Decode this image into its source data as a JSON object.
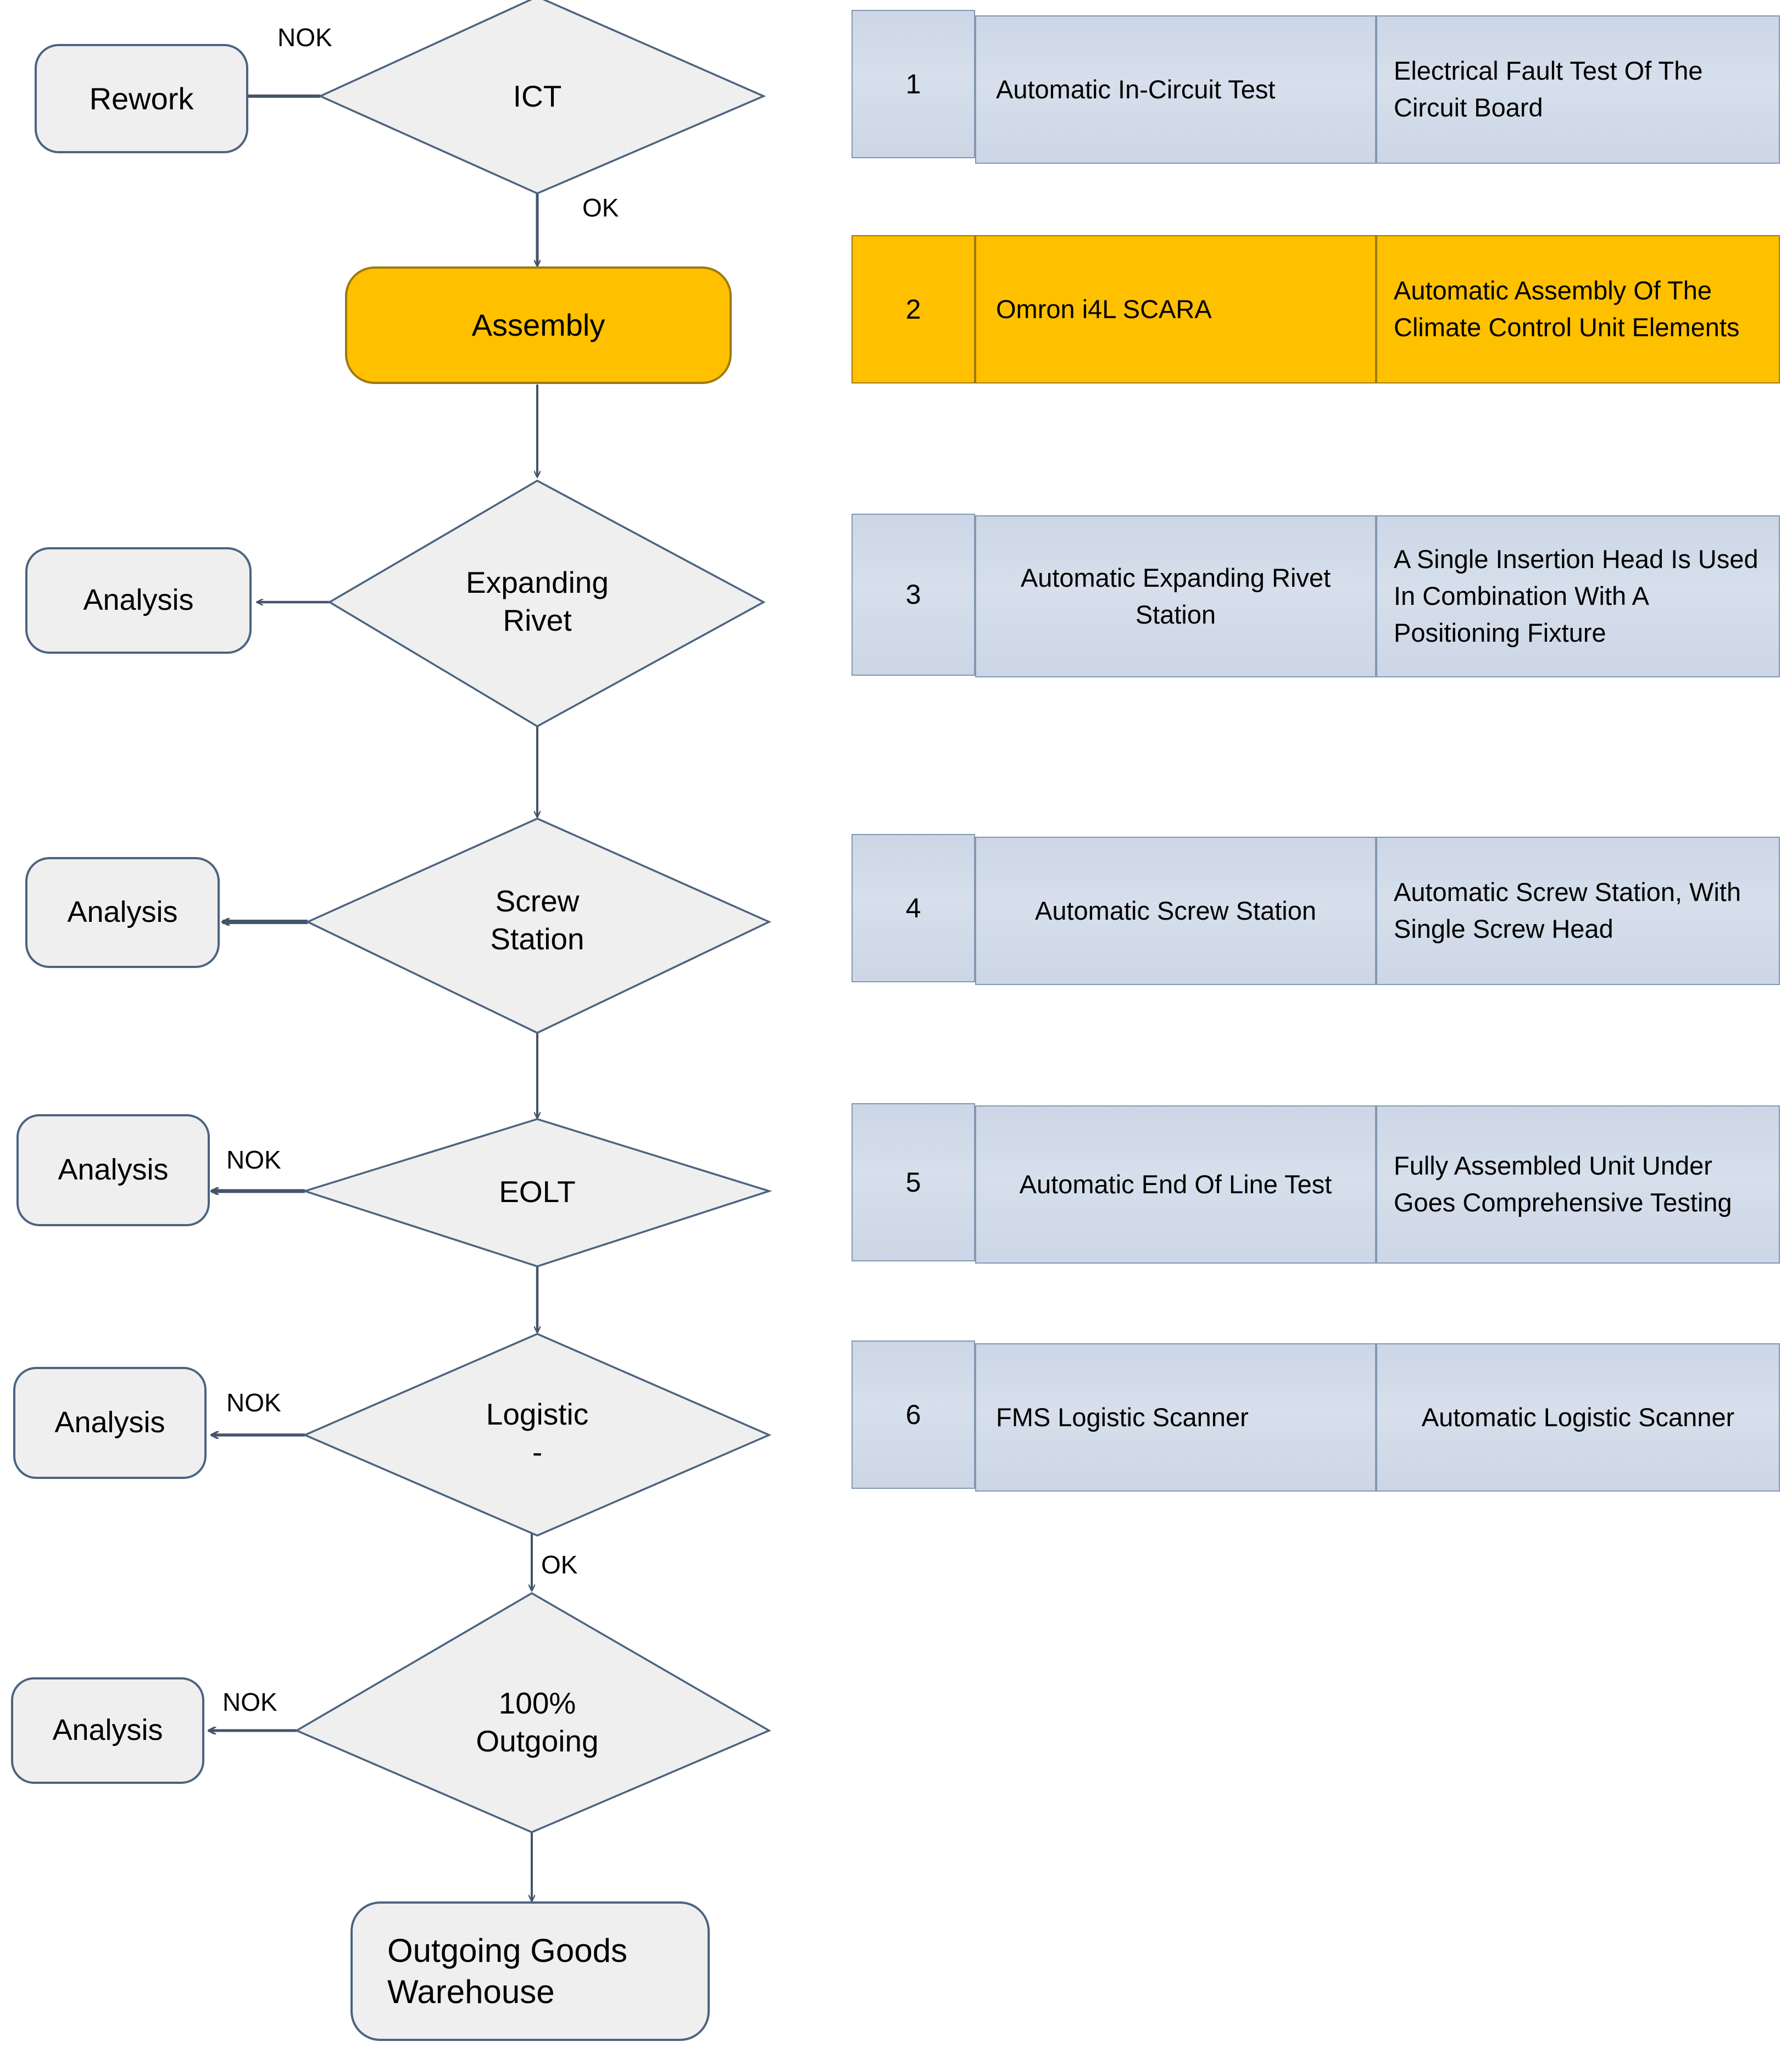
{
  "chart_data": {
    "type": "diagram",
    "title": "",
    "nodes": [
      {
        "id": "ict",
        "label": "ICT",
        "shape": "diamond",
        "fill": "#EFEFEF"
      },
      {
        "id": "rework",
        "label": "Rework",
        "shape": "rounded-rect",
        "fill": "#EFEFEF"
      },
      {
        "id": "assembly",
        "label": "Assembly",
        "shape": "rounded-rect",
        "fill": "#FFC000"
      },
      {
        "id": "rivet",
        "label": "Expanding\nRivet",
        "shape": "diamond",
        "fill": "#EFEFEF"
      },
      {
        "id": "analysis1",
        "label": "Analysis",
        "shape": "rounded-rect",
        "fill": "#EFEFEF"
      },
      {
        "id": "screw",
        "label": "Screw\nStation",
        "shape": "diamond",
        "fill": "#EFEFEF"
      },
      {
        "id": "analysis2",
        "label": "Analysis",
        "shape": "rounded-rect",
        "fill": "#EFEFEF"
      },
      {
        "id": "eolt",
        "label": "EOLT",
        "shape": "diamond",
        "fill": "#EFEFEF"
      },
      {
        "id": "analysis3",
        "label": "Analysis",
        "shape": "rounded-rect",
        "fill": "#EFEFEF"
      },
      {
        "id": "logistic",
        "label": "Logistic\n-",
        "shape": "diamond",
        "fill": "#EFEFEF"
      },
      {
        "id": "analysis4",
        "label": "Analysis",
        "shape": "rounded-rect",
        "fill": "#EFEFEF"
      },
      {
        "id": "outgoing",
        "label": "100%\nOutgoing",
        "shape": "diamond",
        "fill": "#EFEFEF"
      },
      {
        "id": "analysis5",
        "label": "Analysis",
        "shape": "rounded-rect",
        "fill": "#EFEFEF"
      },
      {
        "id": "warehouse",
        "label": "Outgoing Goods\nWarehouse",
        "shape": "rounded-rect",
        "fill": "#EFEFEF"
      }
    ],
    "edges": [
      {
        "from": "ict",
        "to": "rework",
        "label": "NOK"
      },
      {
        "from": "ict",
        "to": "assembly",
        "label": "OK"
      },
      {
        "from": "assembly",
        "to": "rivet",
        "label": ""
      },
      {
        "from": "rivet",
        "to": "analysis1",
        "label": ""
      },
      {
        "from": "rivet",
        "to": "screw",
        "label": ""
      },
      {
        "from": "screw",
        "to": "analysis2",
        "label": ""
      },
      {
        "from": "screw",
        "to": "eolt",
        "label": ""
      },
      {
        "from": "eolt",
        "to": "analysis3",
        "label": "NOK"
      },
      {
        "from": "eolt",
        "to": "logistic",
        "label": ""
      },
      {
        "from": "logistic",
        "to": "analysis4",
        "label": "NOK"
      },
      {
        "from": "logistic",
        "to": "outgoing",
        "label": "OK"
      },
      {
        "from": "outgoing",
        "to": "analysis5",
        "label": "NOK"
      },
      {
        "from": "outgoing",
        "to": "warehouse",
        "label": ""
      }
    ]
  },
  "flow": {
    "nodes": {
      "ict": {
        "label": "ICT"
      },
      "rework": {
        "label": "Rework"
      },
      "assembly": {
        "label": "Assembly"
      },
      "rivet": {
        "label": "Expanding\nRivet"
      },
      "analysis1": {
        "label": "Analysis"
      },
      "screw": {
        "label": "Screw\nStation"
      },
      "analysis2": {
        "label": "Analysis"
      },
      "eolt": {
        "label": "EOLT"
      },
      "analysis3": {
        "label": "Analysis"
      },
      "logistic": {
        "label": "Logistic\n-"
      },
      "analysis4": {
        "label": "Analysis"
      },
      "outgoing": {
        "label": "100%\nOutgoing"
      },
      "analysis5": {
        "label": "Analysis"
      },
      "warehouse": {
        "label": "Outgoing Goods\nWarehouse"
      }
    },
    "edge_labels": {
      "ict_nok": "NOK",
      "ict_ok": "OK",
      "eolt_nok": "NOK",
      "logistic_nok": "NOK",
      "logistic_ok": "OK",
      "outgoing_nok": "NOK"
    }
  },
  "colors": {
    "node_fill": "#EFEFEF",
    "node_border": "#4B6480",
    "highlight_fill": "#FFC000",
    "highlight_border": "#9B7A10",
    "table_fill": "#D3DCE9",
    "table_border": "#8497B0",
    "connector": "#44546A",
    "text": "#000000"
  },
  "table": {
    "rows": [
      {
        "number": "1",
        "station": "Automatic In-Circuit Test",
        "description": "Electrical Fault Test Of The Circuit Board",
        "highlight": false,
        "station_align": "left",
        "desc_align": "left"
      },
      {
        "number": "2",
        "station": "Omron i4L SCARA",
        "description": "Automatic Assembly Of The Climate Control Unit Elements",
        "highlight": true,
        "station_align": "left",
        "desc_align": "left"
      },
      {
        "number": "3",
        "station": "Automatic Expanding Rivet Station",
        "description": "A Single Insertion Head Is Used In Combination With A Positioning Fixture",
        "highlight": false,
        "station_align": "center",
        "desc_align": "left"
      },
      {
        "number": "4",
        "station": "Automatic Screw Station",
        "description": "Automatic Screw Station, With Single Screw Head",
        "highlight": false,
        "station_align": "center",
        "desc_align": "left"
      },
      {
        "number": "5",
        "station": "Automatic End Of Line Test",
        "description": "Fully Assembled Unit Under Goes Comprehensive Testing",
        "highlight": false,
        "station_align": "center",
        "desc_align": "left"
      },
      {
        "number": "6",
        "station": "FMS Logistic Scanner",
        "description": "Automatic Logistic Scanner",
        "highlight": false,
        "station_align": "left",
        "desc_align": "center"
      }
    ]
  }
}
